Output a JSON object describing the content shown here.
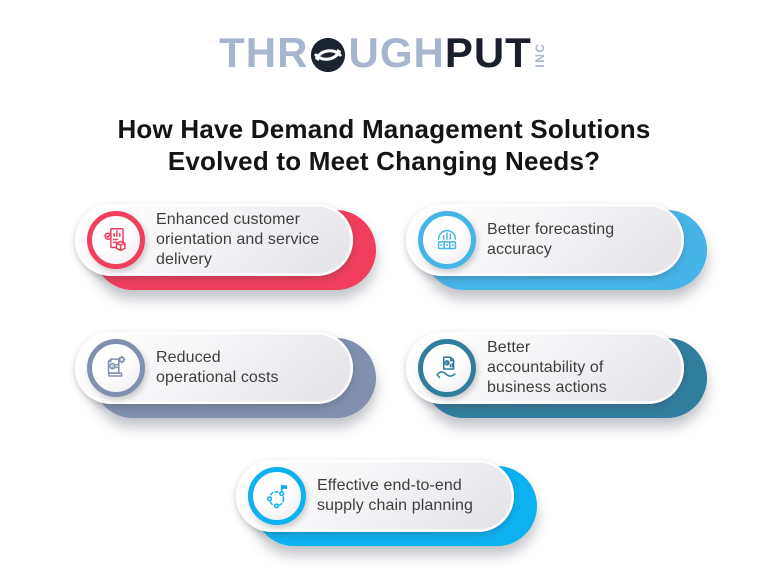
{
  "page": {
    "background": "#ffffff"
  },
  "logo": {
    "brand_part1": "THR",
    "brand_part2": "UGH",
    "brand_part3": "PUT",
    "brand_suffix": "INC"
  },
  "title": {
    "text": "How Have Demand Management Solutions\nEvolved to Meet Changing Needs?"
  },
  "cards": [
    {
      "name": "enhanced-customer-orientation",
      "label": "Enhanced customer\norientation and service\ndelivery",
      "color": "#f03e5c",
      "icon": "service-delivery-icon"
    },
    {
      "name": "better-forecasting-accuracy",
      "label": "Better forecasting\naccuracy",
      "color": "#47b4e8",
      "icon": "forecasting-icon"
    },
    {
      "name": "reduced-operational-costs",
      "label": "Reduced\noperational costs",
      "color": "#8090ae",
      "icon": "operational-costs-icon"
    },
    {
      "name": "better-accountability",
      "label": "Better\naccountability of\nbusiness actions",
      "color": "#317d9e",
      "icon": "accountability-icon"
    },
    {
      "name": "effective-supply-chain-planning",
      "label": "Effective end-to-end\nsupply chain planning",
      "color": "#0cb2f0",
      "icon": "supply-chain-icon"
    }
  ],
  "css_vars": {
    "logo-light": "#a7b5cf",
    "logo-dark": "#1a202b",
    "globe-fill": "#1c2330",
    "title-color": "#141414",
    "card-text-color": "#3e3e3e"
  }
}
